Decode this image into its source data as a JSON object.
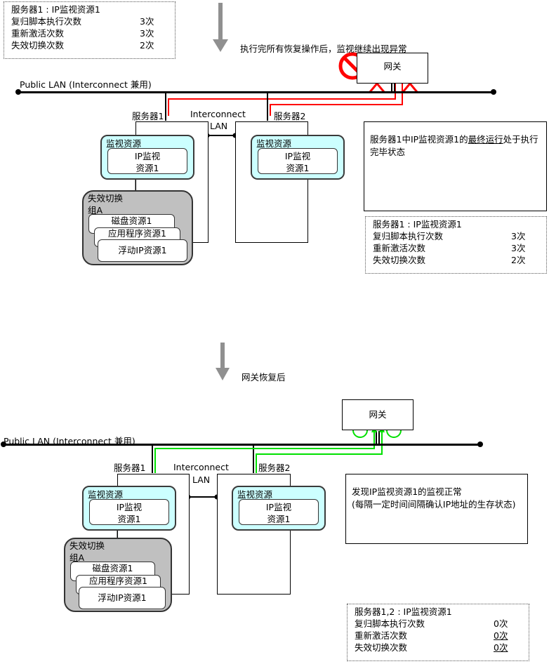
{
  "top": {
    "counter_before": {
      "title": "服务器1 : IP监视资源1",
      "rows": [
        {
          "label": "复归脚本执行次数",
          "value": "3次"
        },
        {
          "label": "重新激活次数",
          "value": "3次"
        },
        {
          "label": "失效切换次数",
          "value": "2次"
        }
      ]
    },
    "step_caption": "执行完所有恢复操作后，监视继续出现异常",
    "gateway_label": "网关",
    "public_lan_label": "Public LAN (Interconnect 兼用)",
    "server1_label": "服务器1",
    "server2_label": "服务器2",
    "interconnect_label": "Interconnect",
    "lan_label": "LAN",
    "monitor_title": "监视资源",
    "ip_monitor_line1": "IP监视",
    "ip_monitor_line2": "资源1",
    "failover_group_line1": "失效切换",
    "failover_group_line2": "组A",
    "resources": [
      "磁盘资源1",
      "应用程序资源1",
      "浮动IP资源1"
    ],
    "note_text_before": "服务器1中IP监视资源1的",
    "note_text_underlined": "最终运行",
    "note_text_after": "处于执行完毕状态",
    "counter_after": {
      "title": "服务器1 : IP监视资源1",
      "rows": [
        {
          "label": "复归脚本执行次数",
          "value": "3次"
        },
        {
          "label": "重新激活次数",
          "value": "3次"
        },
        {
          "label": "失效切换次数",
          "value": "2次"
        }
      ]
    },
    "link_color": "#ff0000"
  },
  "bottom": {
    "step_caption": "网关恢复后",
    "gateway_label": "网关",
    "public_lan_label": "Public LAN (Interconnect 兼用)",
    "server1_label": "服务器1",
    "server2_label": "服务器2",
    "interconnect_label": "Interconnect",
    "lan_label": "LAN",
    "monitor_title": "监视资源",
    "ip_monitor_line1": "IP监视",
    "ip_monitor_line2": "资源1",
    "failover_group_line1": "失效切换",
    "failover_group_line2": "组A",
    "resources": [
      "磁盘资源1",
      "应用程序资源1",
      "浮动IP资源1"
    ],
    "note_text": "发现IP监视资源1的监视正常\n(每隔一定时间间隔确认IP地址的生存状态)",
    "counter": {
      "title": "服务器1,2 : IP监视资源1",
      "rows": [
        {
          "label": "复归脚本执行次数",
          "value": "0次"
        },
        {
          "label": "重新激活次数",
          "value": "0次"
        },
        {
          "label": "失效切换次数",
          "value": "0次"
        }
      ]
    },
    "link_color": "#00e000"
  }
}
